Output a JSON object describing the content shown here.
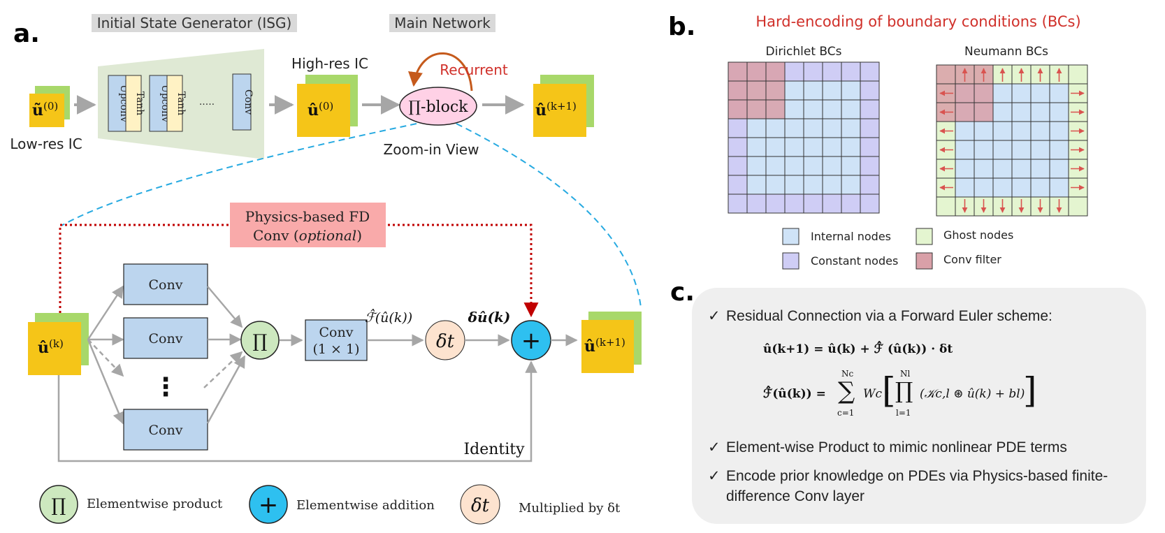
{
  "panels": {
    "a": {
      "label": "a."
    },
    "b": {
      "label": "b."
    },
    "c": {
      "label": "c."
    }
  },
  "colors": {
    "yellow": "#f5c518",
    "green": "#a8d86a",
    "conv_blue": "#bcd5ee",
    "tanh_cream": "#fff2c4",
    "pi_block_pink": "#ffd1e6",
    "product_green": "#cde8bf",
    "addition_blue": "#2ec0f0",
    "dt_peach": "#fde3cf",
    "fd_conv_pink": "#f9aaaa",
    "red_text": "#d0302a",
    "recurrent_arrow": "#c55a1c",
    "dashed_cyan": "#27aae1",
    "dotted_red": "#c00000",
    "internal_node": "#cfe3f7",
    "constant_node": "#cfcdf5",
    "ghost_node": "#e4f5d0",
    "conv_filter": "#d9a0a8"
  },
  "diagram_a": {
    "isg_title": "Initial State Generator (ISG)",
    "main_title": "Main Network",
    "low_res_symbol": "ũ",
    "low_res_sup": "(0)",
    "low_res_label": "Low-res IC",
    "high_res_label": "High-res IC",
    "high_res_symbol": "û",
    "high_res_sup": "(0)",
    "isg_blocks": [
      "Upconv",
      "Tanh",
      "Upconv",
      "Tanh",
      "Conv"
    ],
    "isg_dots": ".....",
    "recurrent_label": "Recurrent",
    "pi_block_label": "∏-block",
    "output_symbol": "û",
    "output_sup": "(k+1)",
    "zoom_label": "Zoom-in View",
    "fd_conv_line1": "Physics-based FD",
    "fd_conv_line2_a": "Conv (",
    "fd_conv_line2_b": "optional",
    "fd_conv_line2_c": ")",
    "input_k_symbol": "û",
    "input_k_sup": "(k)",
    "conv_label": "Conv",
    "vdots": "⋮",
    "pi_symbol": "∏",
    "conv1x1_line1": "Conv",
    "conv1x1_line2": "(1 × 1)",
    "f_label": "ℱ̂(û(k))",
    "dt_label": "δt",
    "dtu_label": "δû(k)",
    "plus_symbol": "+",
    "out_k1_symbol": "û",
    "out_k1_sup": "(k+1)",
    "identity_label": "Identity"
  },
  "legend_a": [
    {
      "symbol": "∏",
      "label": "Elementwise product"
    },
    {
      "symbol": "+",
      "label": "Elementwise addition"
    },
    {
      "symbol": "δt",
      "label": "Multiplied by δt"
    }
  ],
  "diagram_b": {
    "title": "Hard-encoding of boundary conditions (BCs)",
    "dirichlet_label": "Dirichlet BCs",
    "neumann_label": "Neumann BCs",
    "legend": [
      {
        "label": "Internal nodes",
        "color_key": "internal_node"
      },
      {
        "label": "Ghost nodes",
        "color_key": "ghost_node"
      },
      {
        "label": "Constant nodes",
        "color_key": "constant_node"
      },
      {
        "label": "Conv filter",
        "color_key": "conv_filter"
      }
    ]
  },
  "panel_c": {
    "items": [
      "Residual Connection via a Forward Euler scheme:",
      "Element-wise Product to mimic nonlinear PDE terms",
      "Encode prior knowledge on PDEs via Physics-based finite-difference Conv layer"
    ],
    "check": "✓",
    "eq1": "û(k+1) = û(k) + ℱ̂ (û(k)) · δt",
    "eq2_lhs": "ℱ̂(û(k)) =",
    "eq2_sum_top": "Nc",
    "eq2_sum_bottom": "c=1",
    "eq2_prod_top": "Nl",
    "eq2_prod_bottom": "l=1",
    "eq2_body": "(𝒦c,l ⊛ û(k) + bl)",
    "eq2_wc": "Wc ·"
  }
}
